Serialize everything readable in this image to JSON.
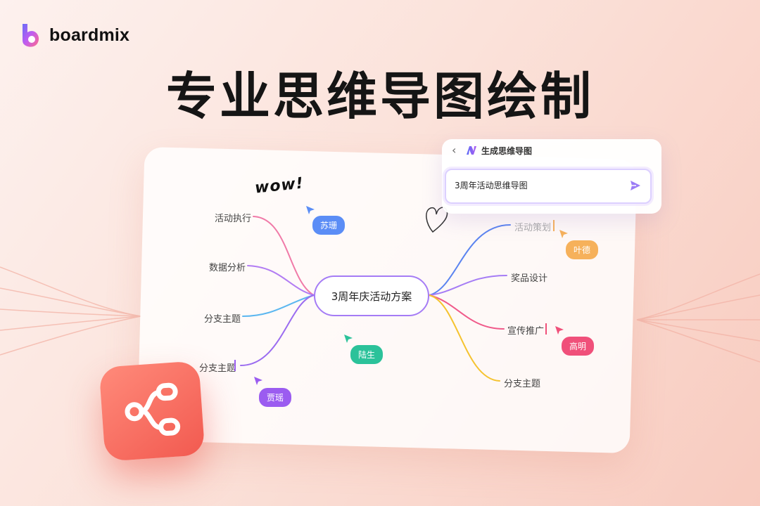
{
  "brand": {
    "name": "boardmix"
  },
  "headline": "专业思维导图绘制",
  "doodle": {
    "wow": "wow!"
  },
  "ai_panel": {
    "back_icon": "chevron-left-icon",
    "title": "生成思维导图",
    "input_value": "3周年活动思维导图",
    "send_icon": "send-icon"
  },
  "mindmap": {
    "center": "3周年庆活动方案",
    "left_branches": [
      "活动执行",
      "数据分析",
      "分支主题",
      "分支主题"
    ],
    "right_branches": [
      "活动策划",
      "奖品设计",
      "宣传推广",
      "分支主题"
    ]
  },
  "collaborators": [
    {
      "name": "苏珊",
      "color": "#5b8df6"
    },
    {
      "name": "叶德",
      "color": "#f6b15b"
    },
    {
      "name": "高明",
      "color": "#f0507a"
    },
    {
      "name": "陆生",
      "color": "#2bc29a"
    },
    {
      "name": "贾瑶",
      "color": "#9b5cf0"
    }
  ],
  "colors": {
    "accent_purple": "#a57cf5",
    "brand_gradient_start": "#ff8a7a",
    "brand_gradient_end": "#f25a50"
  }
}
